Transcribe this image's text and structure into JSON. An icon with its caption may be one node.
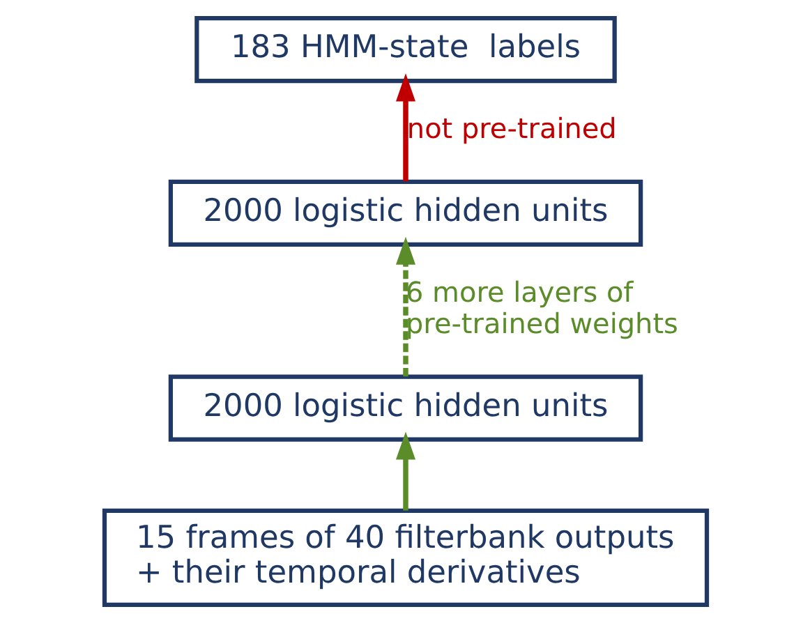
{
  "diagram": {
    "nodes": [
      {
        "text": [
          "183 HMM-state  labels"
        ]
      },
      {
        "text": [
          "2000 logistic hidden units"
        ]
      },
      {
        "text": [
          "2000 logistic hidden units"
        ]
      },
      {
        "text": [
          "15 frames of 40 filterbank outputs + their temporal derivatives"
        ]
      }
    ],
    "edges": [
      {
        "from": 3,
        "to": 2,
        "arrow": "to"
      },
      {
        "from": 2,
        "to": 1,
        "arrow": "to",
        "style": "dashed",
        "label": "6 more layers of pre-trained weights"
      },
      {
        "from": 1,
        "to": 0,
        "arrow": "to",
        "label": "not pre-trained",
        "color": "#c00000"
      }
    ]
  }
}
